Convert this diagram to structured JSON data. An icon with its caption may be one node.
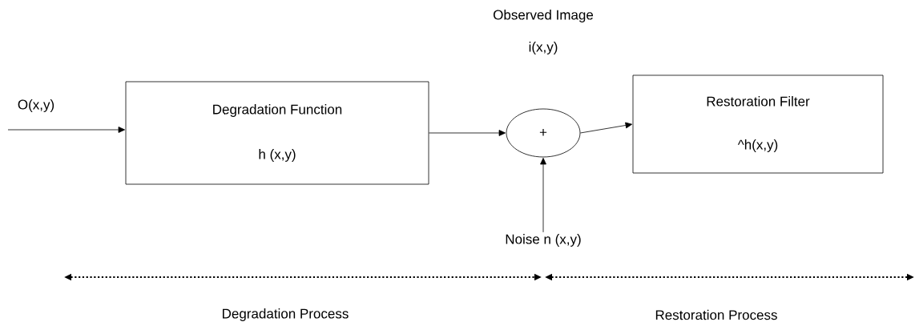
{
  "diagram": {
    "nodes": [
      {
        "text": [
          "Degradation Function",
          "h (x,y)"
        ]
      },
      {
        "text": [
          "+"
        ],
        "beside": [
          "Observed Image",
          "i(x,y)"
        ]
      },
      {
        "text": [
          "Restoration Filter",
          "^h(x,y)"
        ]
      },
      {
        "text": [
          "Noise n (x,y)"
        ]
      }
    ],
    "edges": [
      {
        "from": null,
        "to": 0,
        "arrow": "to",
        "label": "O(x,y)"
      },
      {
        "from": 0,
        "to": 1,
        "arrow": "to"
      },
      {
        "from": 1,
        "to": 2,
        "arrow": "to"
      },
      {
        "from": 3,
        "to": 1,
        "arrow": "to"
      }
    ],
    "labels": [
      "Degradation Process",
      "Restoration Process"
    ]
  }
}
